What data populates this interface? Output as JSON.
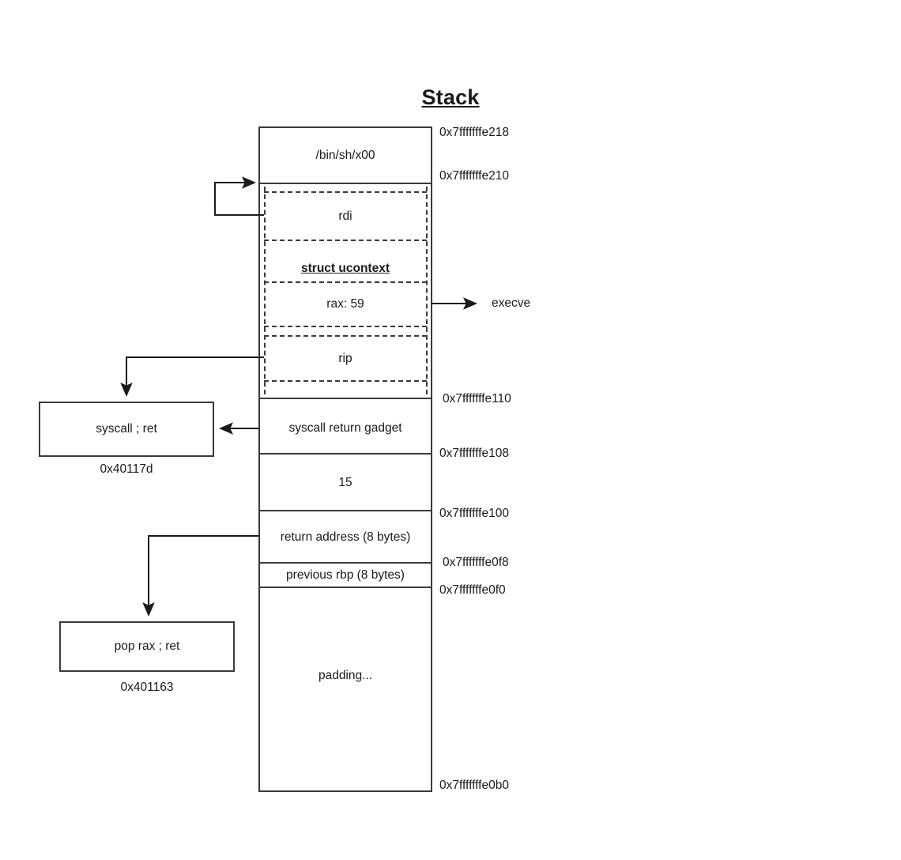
{
  "diagram": {
    "title": "Stack",
    "stack_cells": [
      {
        "id": "binsh",
        "label": "/bin/sh/x00",
        "style": "solid",
        "emphasis": "normal"
      },
      {
        "id": "rdi",
        "label": "rdi",
        "style": "dashed",
        "emphasis": "normal"
      },
      {
        "id": "ucontext",
        "label": "struct ucontext",
        "style": "dashed",
        "emphasis": "bold-underline"
      },
      {
        "id": "rax",
        "label": "rax: 59",
        "style": "dashed",
        "emphasis": "normal"
      },
      {
        "id": "rip",
        "label": "rip",
        "style": "dashed",
        "emphasis": "normal"
      },
      {
        "id": "syscall-ret",
        "label": "syscall return gadget",
        "style": "solid",
        "emphasis": "normal"
      },
      {
        "id": "fifteen",
        "label": "15",
        "style": "solid",
        "emphasis": "normal"
      },
      {
        "id": "retaddr",
        "label": "return address (8 bytes)",
        "style": "solid",
        "emphasis": "normal"
      },
      {
        "id": "prev-rbp",
        "label": "previous rbp (8 bytes)",
        "style": "solid",
        "emphasis": "normal"
      },
      {
        "id": "padding",
        "label": "padding...",
        "style": "solid",
        "emphasis": "normal"
      }
    ],
    "addresses": [
      {
        "id": "a218",
        "text": "0x7fffffffe218"
      },
      {
        "id": "a210",
        "text": "0x7fffffffe210"
      },
      {
        "id": "a110",
        "text": "0x7fffffffe110"
      },
      {
        "id": "a108",
        "text": "0x7fffffffe108"
      },
      {
        "id": "a100",
        "text": "0x7fffffffe100"
      },
      {
        "id": "a0f8",
        "text": "0x7fffffffe0f8"
      },
      {
        "id": "a0f0",
        "text": "0x7fffffffe0f0"
      },
      {
        "id": "a0b0",
        "text": "0x7fffffffe0b0"
      }
    ],
    "gadgets": [
      {
        "id": "syscall-gadget",
        "label": "syscall ; ret",
        "address": "0x40117d"
      },
      {
        "id": "poprax-gadget",
        "label": "pop rax ; ret",
        "address": "0x401163"
      }
    ],
    "annotations": [
      {
        "id": "execve",
        "text": "execve"
      }
    ],
    "colors": {
      "stroke": "#3a3a3a",
      "text": "#1a1a1a",
      "background": "#ffffff"
    }
  }
}
